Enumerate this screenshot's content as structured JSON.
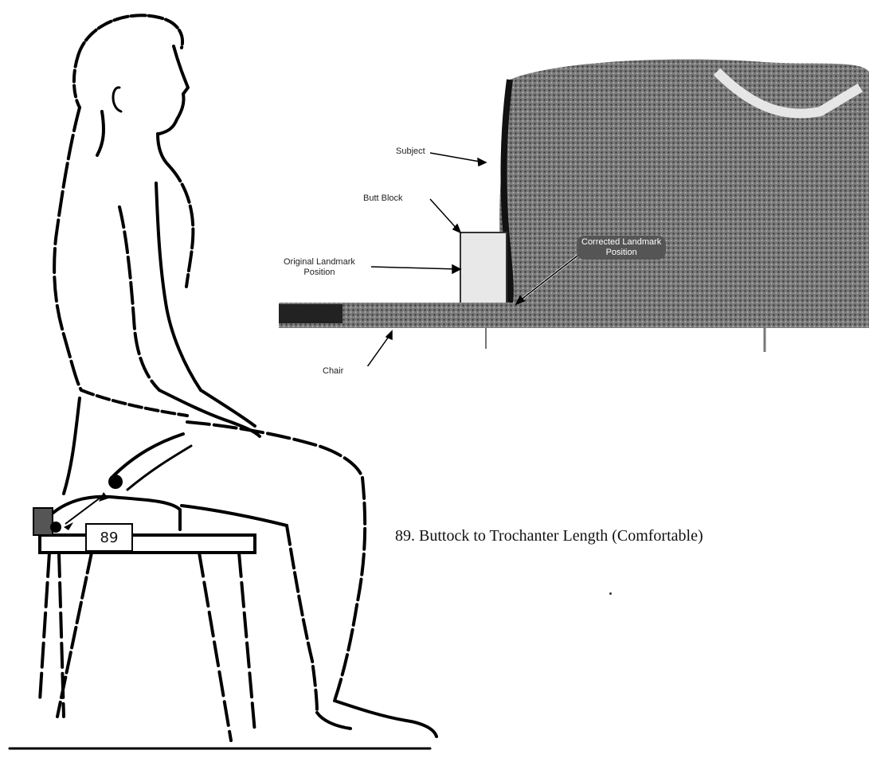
{
  "figure": {
    "measurement_number": "89",
    "caption": "89. Buttock to Trochanter Length (Comfortable)"
  },
  "photo": {
    "labels": {
      "subject": "Subject",
      "butt_block": "Butt Block",
      "original_landmark_line1": "Original Landmark",
      "original_landmark_line2": "Position",
      "corrected_landmark_line1": "Corrected Landmark",
      "corrected_landmark_line2": "Position",
      "chair": "Chair"
    }
  }
}
